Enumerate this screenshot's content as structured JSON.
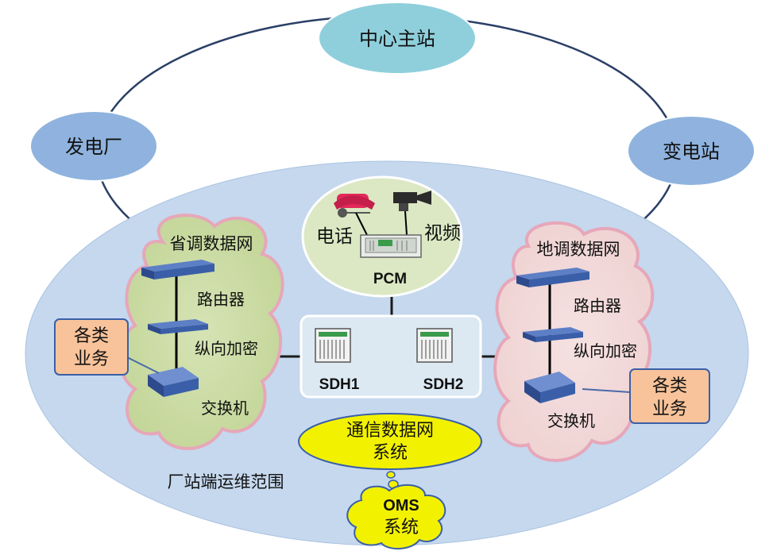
{
  "nodes": {
    "center_station": "中心主站",
    "power_plant": "发电厂",
    "substation": "变电站"
  },
  "left_network": {
    "title": "省调数据网",
    "router": "路由器",
    "encryption": "纵向加密",
    "switch": "交换机",
    "services_line1": "各类",
    "services_line2": "业务"
  },
  "right_network": {
    "title": "地调数据网",
    "router": "路由器",
    "encryption": "纵向加密",
    "switch": "交换机",
    "services_line1": "各类",
    "services_line2": "业务"
  },
  "pcm": {
    "phone": "电话",
    "video": "视频",
    "label": "PCM"
  },
  "sdh": {
    "sdh1": "SDH1",
    "sdh2": "SDH2"
  },
  "comm_system": {
    "line1": "通信数据网",
    "line2": "系统"
  },
  "oms": {
    "line1": "OMS",
    "line2": "系统"
  },
  "scope_label": "厂站端运维范围",
  "colors": {
    "big_ellipse": "#c5d8ee",
    "node_fill": "#8fb3de",
    "center_fill": "#8fcfdc",
    "cloud_green": "#c4d69b",
    "cloud_pink": "#f1d6d6",
    "pcm_fill": "#dbe8c3",
    "callout_fill": "#f8c39a",
    "comm_fill": "#f2f200",
    "device_blue": "#3a5fa8"
  }
}
